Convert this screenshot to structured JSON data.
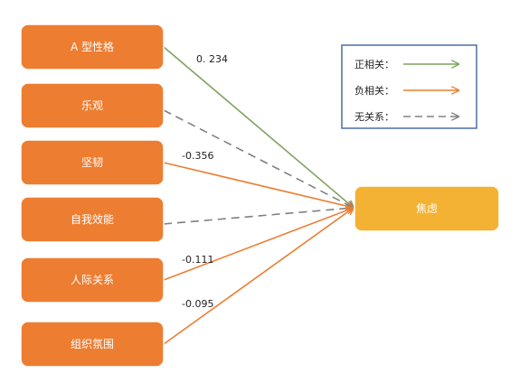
{
  "colors": {
    "factor_fill": "#ED7D31",
    "target_fill": "#F3B234",
    "positive": "#7FA25D",
    "negative": "#ED7D31",
    "none": "#808080",
    "legend_border": "#4A6FA5"
  },
  "nodes": {
    "factors": [
      {
        "id": "type-a",
        "label": "A 型性格"
      },
      {
        "id": "optimism",
        "label": "乐观"
      },
      {
        "id": "resilience",
        "label": "坚韧"
      },
      {
        "id": "self-efficacy",
        "label": "自我效能"
      },
      {
        "id": "interpersonal",
        "label": "人际关系"
      },
      {
        "id": "climate",
        "label": "组织氛围"
      }
    ],
    "target": {
      "id": "anxiety",
      "label": "焦虑"
    }
  },
  "edges": [
    {
      "from": "type-a",
      "type": "positive",
      "label": "0. 234"
    },
    {
      "from": "optimism",
      "type": "none",
      "label": ""
    },
    {
      "from": "resilience",
      "type": "negative",
      "label": "-0.356"
    },
    {
      "from": "self-efficacy",
      "type": "none",
      "label": ""
    },
    {
      "from": "interpersonal",
      "type": "negative",
      "label": "-0.111"
    },
    {
      "from": "climate",
      "type": "negative",
      "label": "-0.095"
    }
  ],
  "legend": [
    {
      "type": "positive",
      "label": "正相关："
    },
    {
      "type": "negative",
      "label": "负相关："
    },
    {
      "type": "none",
      "label": "无关系："
    }
  ]
}
